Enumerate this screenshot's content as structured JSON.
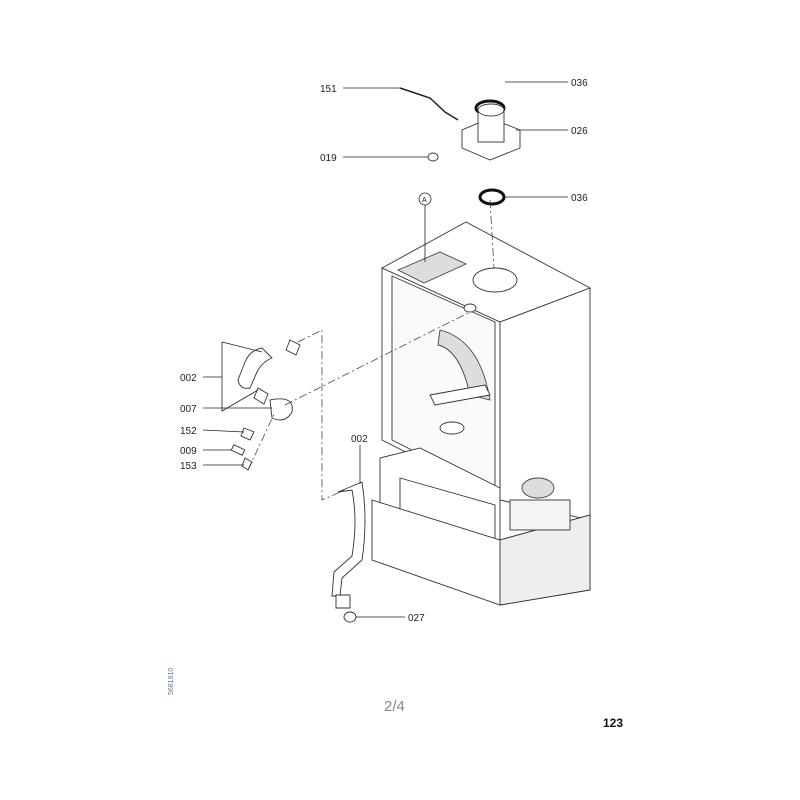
{
  "callouts": {
    "c151": "151",
    "c036a": "036",
    "c026": "026",
    "c019": "019",
    "c036b": "036",
    "cA": "A",
    "c002a": "002",
    "c007": "007",
    "c152": "152",
    "c009": "009",
    "c153": "153",
    "c002b": "002",
    "c027": "027"
  },
  "footer": {
    "page_fraction": "2/4",
    "page_number": "123",
    "doc_number": "5681910"
  }
}
